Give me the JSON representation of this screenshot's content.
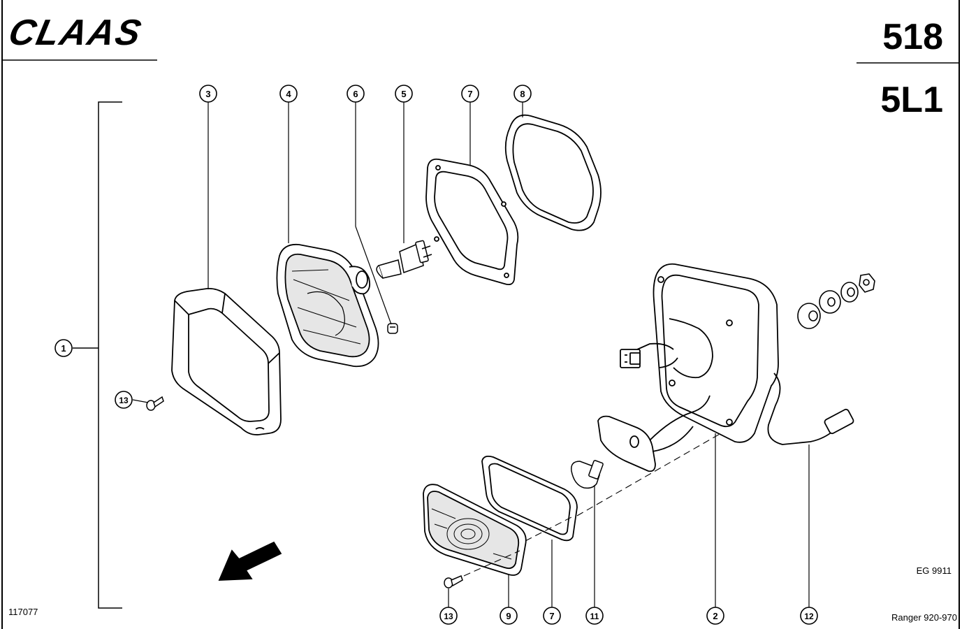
{
  "brand": {
    "name": "CLAAS"
  },
  "sheet": {
    "page_number": "518",
    "group_code": "5L1",
    "drawing_id": "117077",
    "ref_code": "EG 9911",
    "model_range": "Ranger 920-970"
  },
  "callouts": {
    "c1": "1",
    "c3": "3",
    "c4": "4",
    "c6": "6",
    "c5": "5",
    "c7_top": "7",
    "c8": "8",
    "c13_left": "13",
    "c13_bottom": "13",
    "c9": "9",
    "c7_bottom": "7",
    "c11": "11",
    "c2": "2",
    "c12": "12"
  },
  "colors": {
    "line": "#000000",
    "background": "#ffffff",
    "lens_shade": "#e6e6e6"
  }
}
